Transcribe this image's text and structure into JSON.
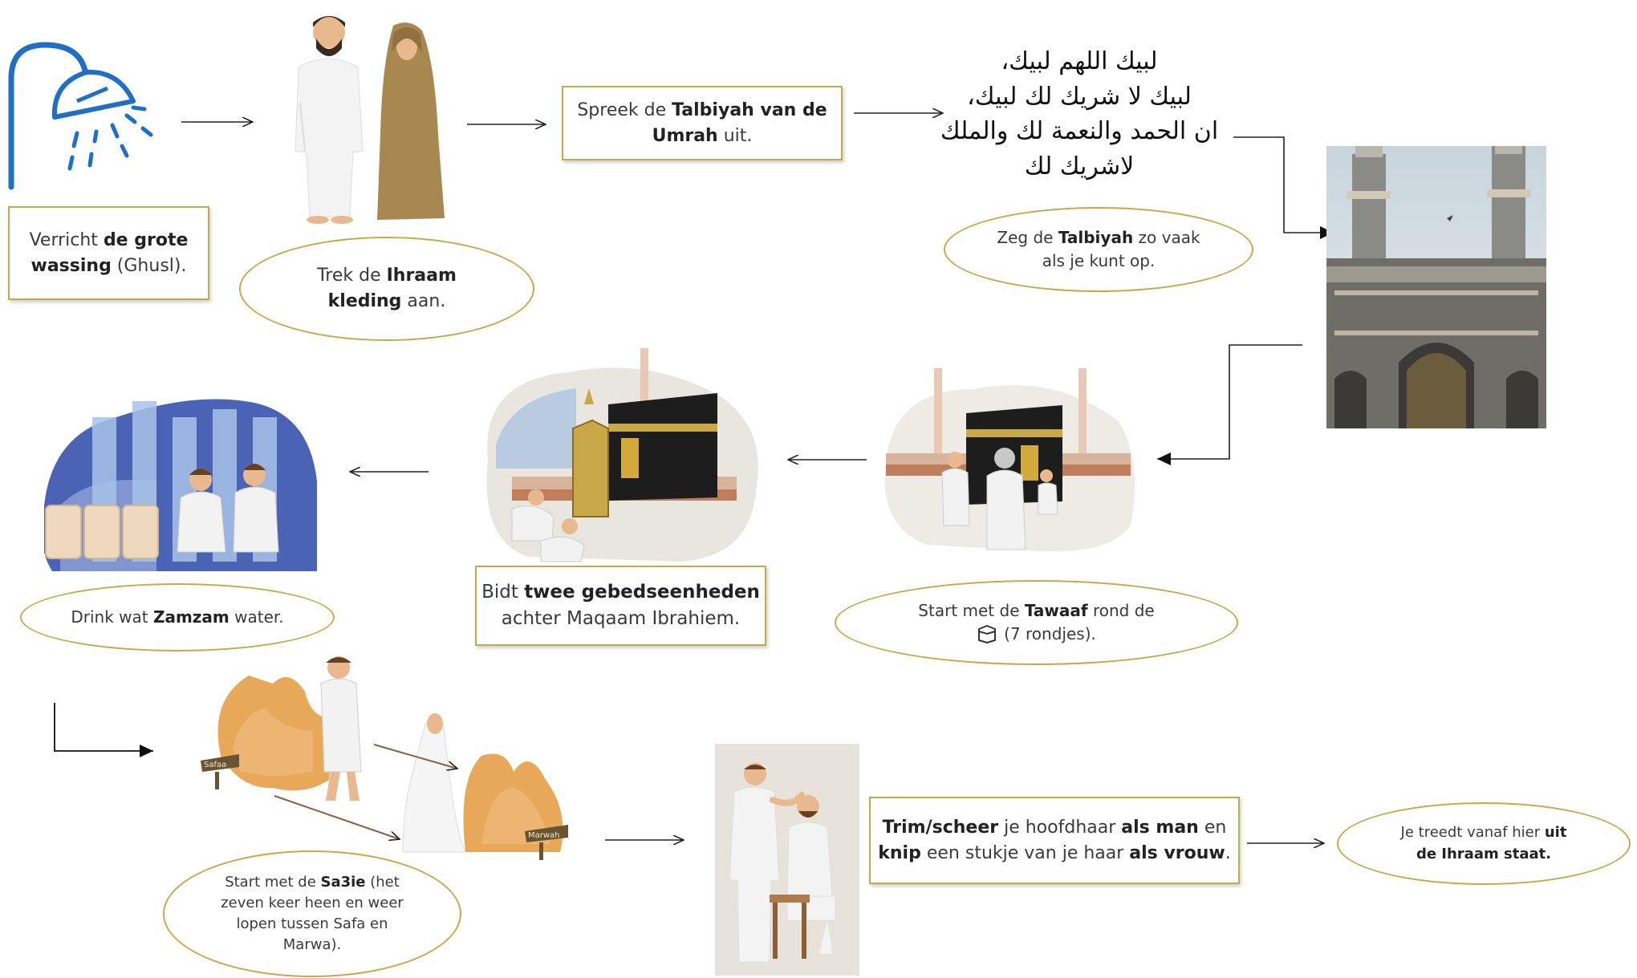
{
  "colors": {
    "gold": "#c9a84a",
    "blue": "#1f6fc6",
    "kaaba": "#1d1d1d",
    "sand": "#e8a85a",
    "text": "#3a3a3a"
  },
  "steps": {
    "ghusl": {
      "pre": "Verricht ",
      "bold": "de grote",
      "bold2": "wassing",
      "post": " (Ghusl).",
      "icon": "shower-icon"
    },
    "ihraam": {
      "pre": "Trek de ",
      "bold": "Ihraam",
      "bold2": "kleding",
      "post": " aan."
    },
    "talbiyah_say": {
      "pre": "Spreek de ",
      "bold": "Talbiyah van de",
      "bold2": "Umrah",
      "post": " uit."
    },
    "talbiyah_text": {
      "line1": "لبيك اللهم لبيك،",
      "line2": "لبيك لا شريك لك لبيك،",
      "line3": "ان الحمد والنعمة لك والملك",
      "line4": "لاشريك لك"
    },
    "talbiyah_often": {
      "pre": "Zeg de ",
      "bold": "Talbiyah",
      "post": " zo vaak",
      "line2": "als je kunt op."
    },
    "tawaaf": {
      "pre": "Start met de ",
      "bold": "Tawaaf",
      "post": " rond de",
      "line2": "(7 rondjes)."
    },
    "gebed": {
      "pre": "Bidt ",
      "bold": "twee gebedseenheden",
      "line2": "achter Maqaam Ibrahiem."
    },
    "zamzam": {
      "pre": "Drink wat ",
      "bold": "Zamzam",
      "post": " water."
    },
    "sai": {
      "pre": "Start met de ",
      "bold": "Sa3ie",
      "post": " (het",
      "line2": "zeven keer heen en weer",
      "line3": "lopen tussen Safa en",
      "line4": "Marwa)."
    },
    "trim": {
      "bold1": "Trim/scheer",
      "mid1": " je hoofdhaar ",
      "bold2": "als man",
      "post1": " en",
      "bold3": "knip",
      "mid2": " een stukje van je haar ",
      "bold4": "als vrouw",
      "post2": "."
    },
    "einde": {
      "pre": "Je treedt vanaf hier ",
      "bold": "uit",
      "bold2": "de Ihraam staat."
    }
  },
  "signs": {
    "safa": "Safaa",
    "marwa": "Marwah"
  }
}
